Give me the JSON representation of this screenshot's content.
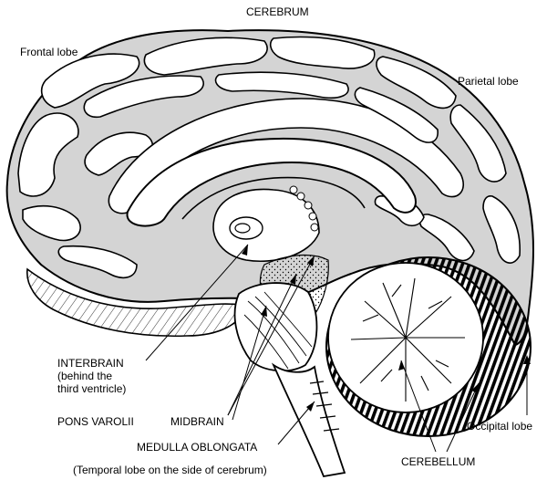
{
  "diagram": {
    "labels": {
      "cerebrum": "CEREBRUM",
      "frontal_lobe": "Frontal lobe",
      "parietal_lobe": "Parietal lobe",
      "interbrain": "INTERBRAIN\n(behind the\nthird ventricle)",
      "pons_varolii": "PONS VAROLII",
      "midbrain": "MIDBRAIN",
      "medulla_oblongata": "MEDULLA OBLONGATA",
      "temporal_note": "(Temporal lobe on the side of cerebrum)",
      "occipital_lobe": "Occipital lobe",
      "cerebellum": "CEREBELLUM"
    },
    "colors": {
      "outline": "#000000",
      "gyri_fill": "#ffffff",
      "sulci_fill": "#d4d4d4",
      "background": "#ffffff"
    }
  }
}
